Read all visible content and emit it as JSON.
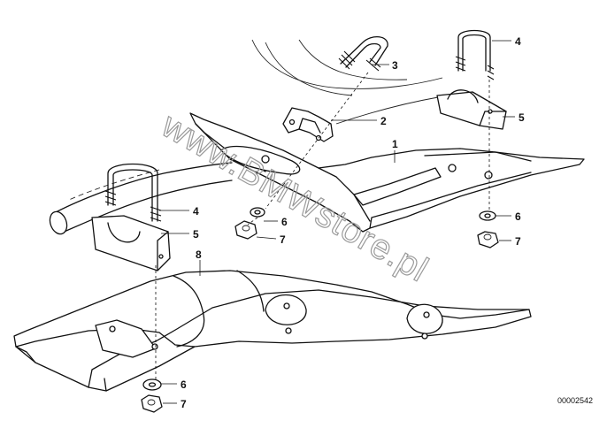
{
  "watermark": "www.BMWstore.pl",
  "reference_number": "00002542",
  "callouts": {
    "c1": "1",
    "c2": "2",
    "c3": "3",
    "c4_top": "4",
    "c5_top": "5",
    "c6_mid": "6",
    "c7_mid": "7",
    "c6_right": "6",
    "c7_right": "7",
    "c4_left": "4",
    "c5_left": "5",
    "c8": "8",
    "c6_bottom": "6",
    "c7_bottom": "7"
  }
}
